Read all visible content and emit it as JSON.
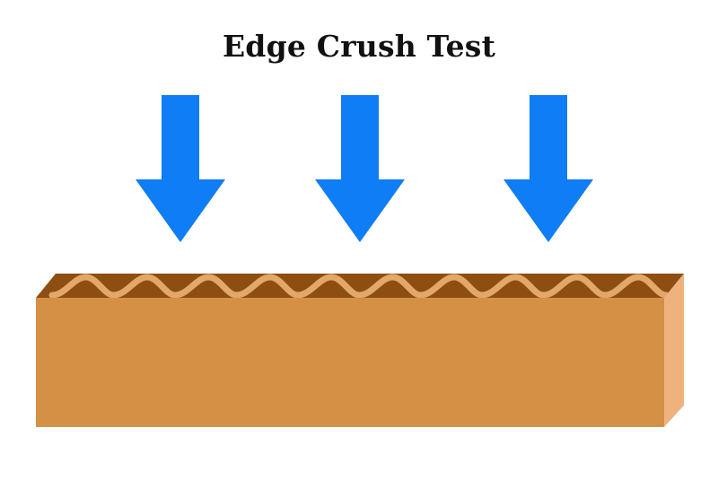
{
  "title": "Edge Crush Test",
  "arrow_count": 3,
  "flute_count": 10,
  "colors": {
    "arrow": "#0F7DF6",
    "board_front": "#D49044",
    "board_top": "#8E4E12",
    "board_side": "#EFB27D",
    "flute": "#E2A86A"
  }
}
